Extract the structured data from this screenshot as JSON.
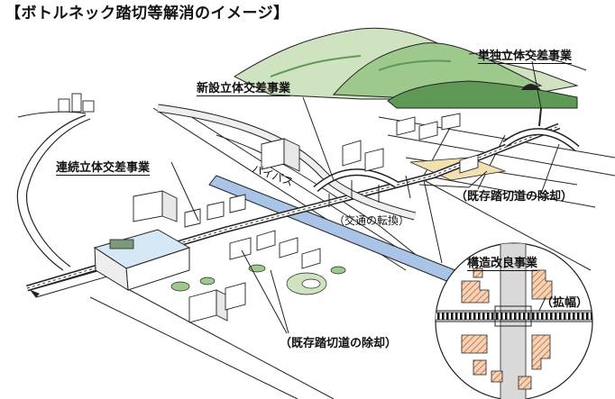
{
  "title": "【ボトルネック踏切等解消のイメージ】",
  "labels": {
    "single_grade_separation": "単独立体交差事業",
    "new_grade_separation": "新設立体交差事業",
    "continuous_grade_separation": "連続立体交差事業",
    "bypass": "バイパス",
    "traffic_diversion": "（交通の転換）",
    "removal_upper": "（既存踏切道の除却）",
    "removal_lower": "（既存踏切道の除却）",
    "structure_improvement": "構造改良事業",
    "widening": "（拡幅）"
  },
  "colors": {
    "ink": "#222222",
    "green_light": "#cfe3c0",
    "green_mid": "#9ec98d",
    "green_dark": "#5e9a56",
    "blue_channel": "#a9c4e6",
    "yellow_zone": "#f3e0b0",
    "hatch": "#e4b08a",
    "road": "#d9d9d9"
  }
}
